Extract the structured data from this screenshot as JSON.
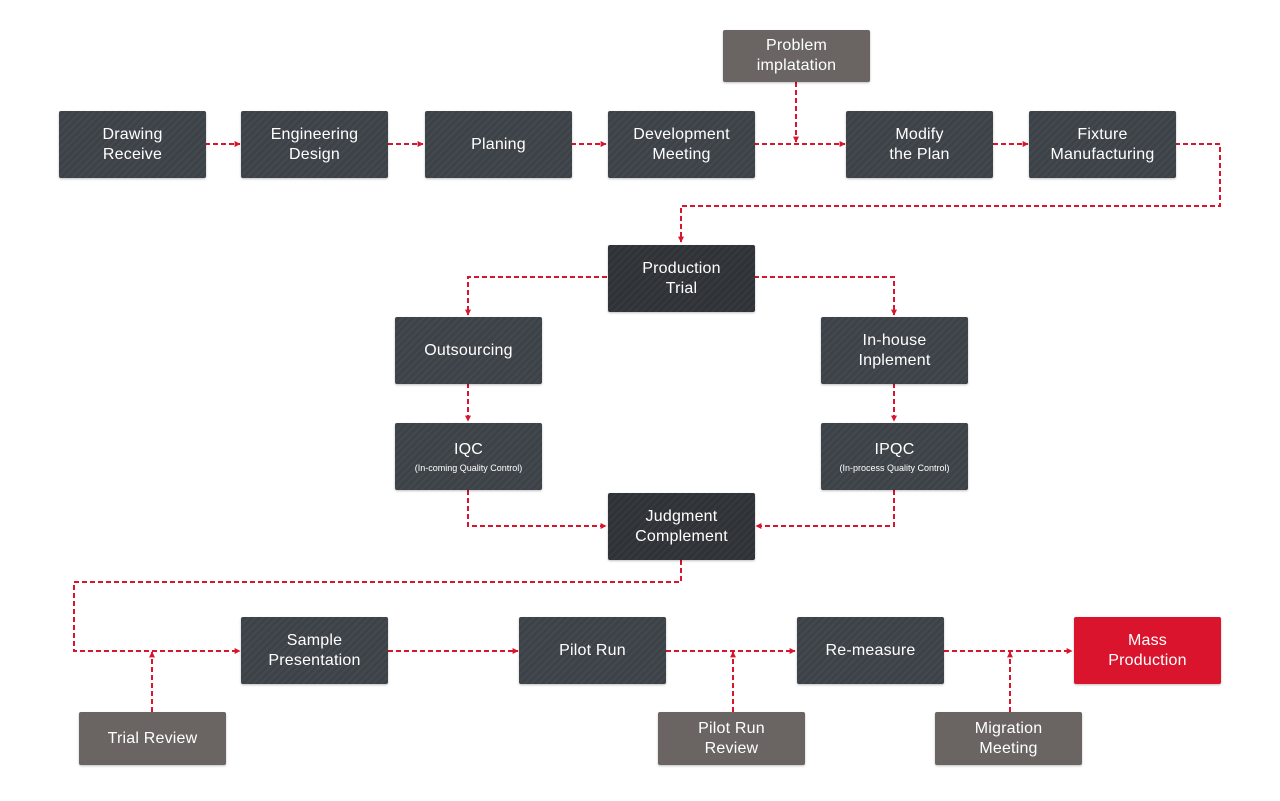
{
  "colors": {
    "arrow": "#d9142c",
    "node": "#3d4248",
    "node_dark": "#2f3337",
    "node_gray": "#6a6563",
    "node_highlight": "#d9142c"
  },
  "nodes": {
    "problem_implatation": "Problem\nimplatation",
    "drawing_receive": "Drawing\nReceive",
    "engineering_design": "Engineering\nDesign",
    "planing": "Planing",
    "development_meeting": "Development\nMeeting",
    "modify_the_plan": "Modify\nthe Plan",
    "fixture_manufacturing": "Fixture\nManufacturing",
    "production_trial": "Production\nTrial",
    "outsourcing": "Outsourcing",
    "in_house_inplement": "In-house\nInplement",
    "iqc": {
      "label": "IQC",
      "sub": "(In-coming Quality Control)"
    },
    "ipqc": {
      "label": "IPQC",
      "sub": "(In-process Quality Control)"
    },
    "judgment_complement": "Judgment\nComplement",
    "sample_presentation": "Sample\nPresentation",
    "pilot_run": "Pilot Run",
    "re_measure": "Re-measure",
    "mass_production": "Mass\nProduction",
    "trial_review": "Trial Review",
    "pilot_run_review": "Pilot Run\nReview",
    "migration_meeting": "Migration\nMeeting"
  }
}
